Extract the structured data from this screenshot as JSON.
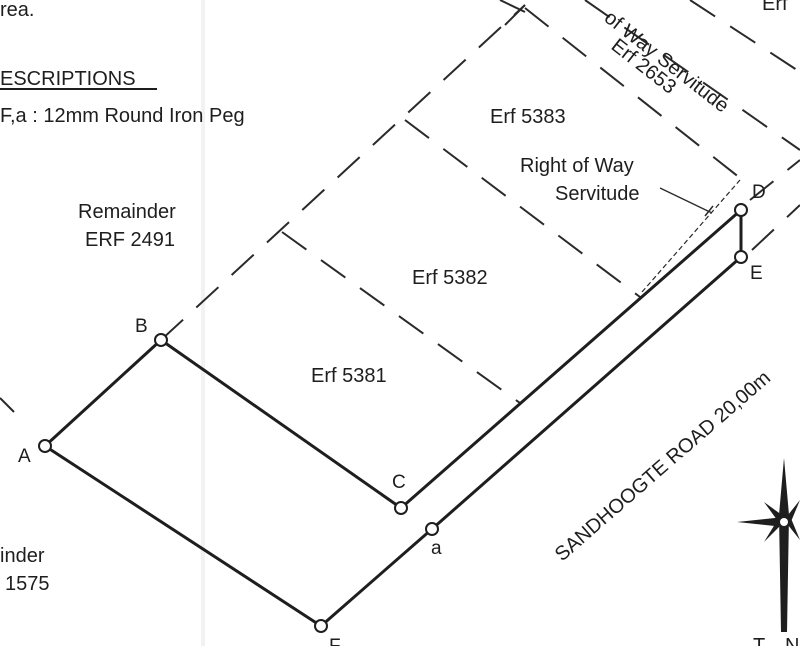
{
  "legend": {
    "area_fragment": "rea.",
    "heading": "ESCRIPTIONS",
    "peg_description": "F,a : 12mm Round Iron Peg"
  },
  "parcels": {
    "remainder_2491_line1": "Remainder",
    "remainder_2491_line2": "ERF 2491",
    "erf_5383": "Erf 5383",
    "erf_5382": "Erf 5382",
    "erf_5381": "Erf 5381",
    "remainder_1575_line1": "inder",
    "remainder_1575_line2": "1575",
    "erf_top_right": "Erf",
    "servitude_label": "of Way Servitude",
    "servitude_erf": "Erf 2653",
    "row_servitude_line1": "Right of Way",
    "row_servitude_line2": "Servitude"
  },
  "road": "SANDHOOGTE ROAD 20,00m",
  "points": {
    "A": "A",
    "B": "B",
    "C": "C",
    "a": "a",
    "D": "D",
    "E": "E",
    "F": "F"
  },
  "north_arrow": {
    "left": "T",
    "right": "N"
  },
  "colors": {
    "ink": "#1e1e1e",
    "paper": "#ffffff"
  }
}
